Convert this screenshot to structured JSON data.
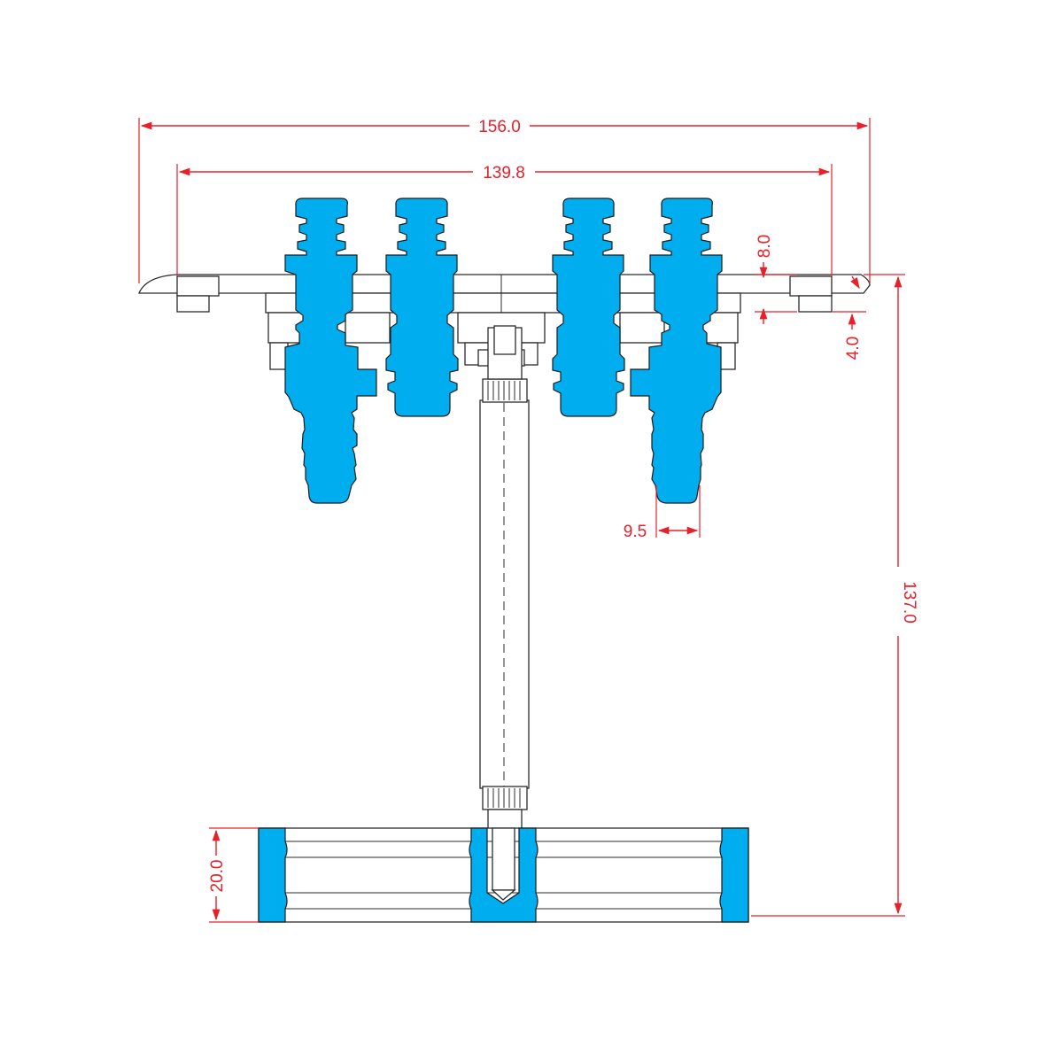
{
  "dimensions": {
    "overall_width": "156.0",
    "inner_width": "139.8",
    "manifold_height": "8.0",
    "lip_offset": "4.0",
    "barb_width": "9.5",
    "total_height": "137.0",
    "base_height": "20.0"
  },
  "colors": {
    "dimension": "#e8202a",
    "fitting": "#00aeef",
    "outline": "#2b2b2b"
  }
}
